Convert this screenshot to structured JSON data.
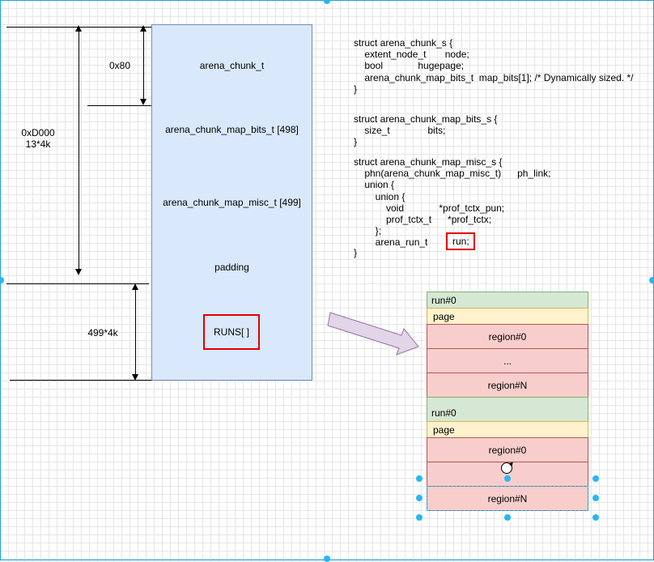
{
  "dimensions": {
    "top_offset": "0x80",
    "metadata_size": "0xD000\n13*4k",
    "runs_size": "499*4k"
  },
  "chunk_blocks": [
    "arena_chunk_t",
    "arena_chunk_map_bits_t [498]",
    "arena_chunk_map_misc_t [499]",
    "padding",
    ""
  ],
  "runs_label": "RUNS[ ]",
  "code": {
    "arena_chunk_s": "struct arena_chunk_s {\n    extent_node_t       node;\n    bool             hugepage;\n    arena_chunk_map_bits_t  map_bits[1]; /* Dynamically sized. */\n}",
    "arena_chunk_map_bits_s": "struct arena_chunk_map_bits_s {\n    size_t              bits;\n}",
    "arena_chunk_map_misc_s": "struct arena_chunk_map_misc_s {\n    phn(arena_chunk_map_misc_t)      ph_link;\n    union {\n        union {\n            void             *prof_tctx_pun;\n            prof_tctx_t      *prof_tctx;\n        };\n        arena_run_t",
    "closing": "}",
    "run_field": "run;"
  },
  "runs_detail": [
    {
      "kind": "run",
      "text": "run#0"
    },
    {
      "kind": "page",
      "text": "page"
    },
    {
      "kind": "region",
      "text": "region#0"
    },
    {
      "kind": "region",
      "text": "..."
    },
    {
      "kind": "region",
      "text": "region#N"
    },
    {
      "kind": "run",
      "text": "run#0"
    },
    {
      "kind": "page",
      "text": "page"
    },
    {
      "kind": "region",
      "text": "region#0"
    },
    {
      "kind": "region",
      "text": ""
    },
    {
      "kind": "region",
      "text": "region#N"
    }
  ],
  "colors": {
    "chunk_fill": "#dae8fc",
    "chunk_stroke": "#6c8ebf",
    "run_fill": "#d5e8d4",
    "page_fill": "#fff2cc",
    "region_fill": "#f8cecc",
    "highlight": "#e00000",
    "arrow_fill": "#e1d5e7",
    "arrow_stroke": "#9673a6",
    "selection": "#29b6f2"
  }
}
